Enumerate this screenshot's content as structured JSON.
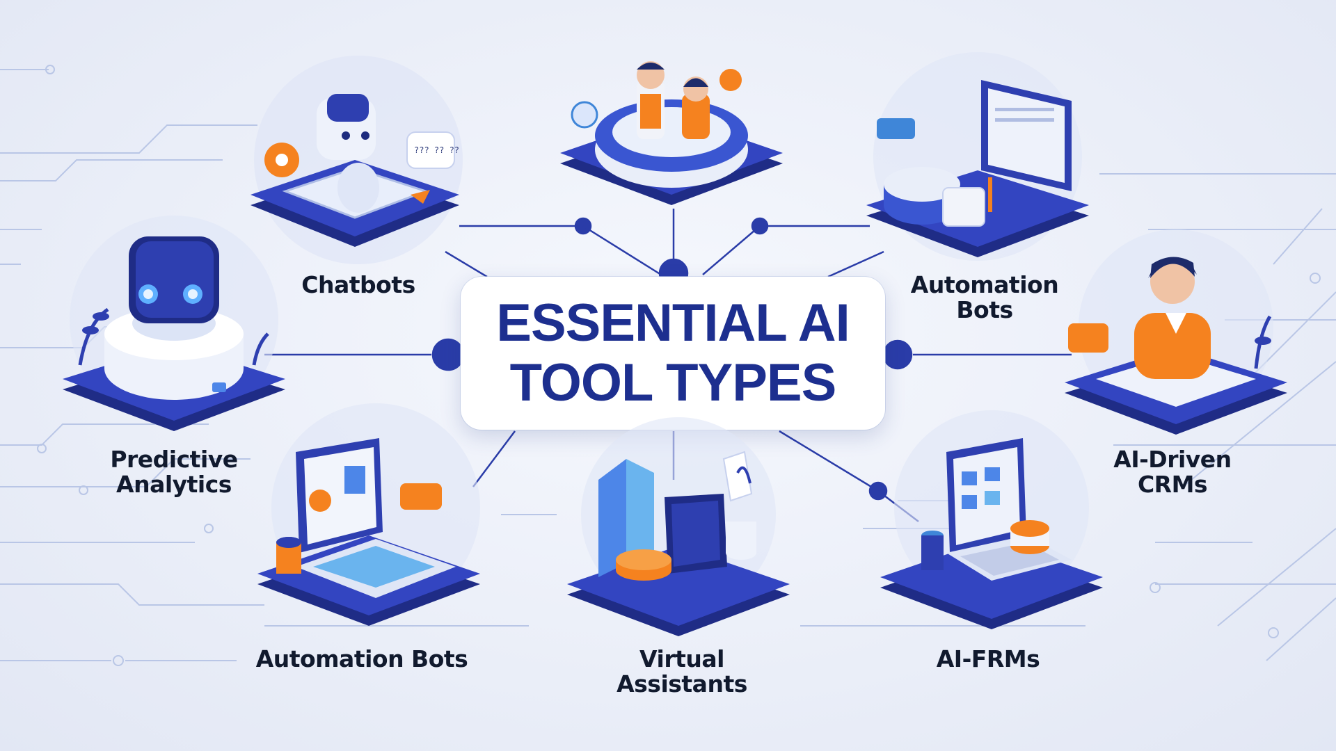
{
  "title": {
    "line1": "ESSENTIAL AI",
    "line2": "TOOL TYPES"
  },
  "nodes": {
    "chatbots": {
      "label": "Chatbots",
      "icon": "chatbot-robot-icon"
    },
    "customer_service": {
      "icon": "customer-service-agents-icon"
    },
    "automation_top": {
      "label_line1": "Automation",
      "label_line2": "Bots",
      "icon": "automation-workstation-icon"
    },
    "predictive": {
      "label_line1": "Predictive",
      "label_line2": "Analytics",
      "icon": "predictive-robot-icon"
    },
    "crm": {
      "label_line1": "AI-Driven",
      "label_line2": "CRMs",
      "icon": "crm-agent-icon"
    },
    "automation_bottom": {
      "label": "Automation Bots",
      "icon": "laptop-dashboard-icon"
    },
    "virtual": {
      "label": "Virtual Assistants",
      "icon": "virtual-assistant-devices-icon"
    },
    "frms": {
      "label": "AI-FRMs",
      "icon": "laptop-frm-icon"
    }
  },
  "colors": {
    "title": "#1d2f8f",
    "platform": "#2e3fb0",
    "platform_dark": "#1f2c86",
    "accent_orange": "#f5821f",
    "connector": "#2a3ca8",
    "circuit": "#b9c6e6"
  },
  "decor": {
    "chat_bubble_text": "??? ?? ??"
  }
}
